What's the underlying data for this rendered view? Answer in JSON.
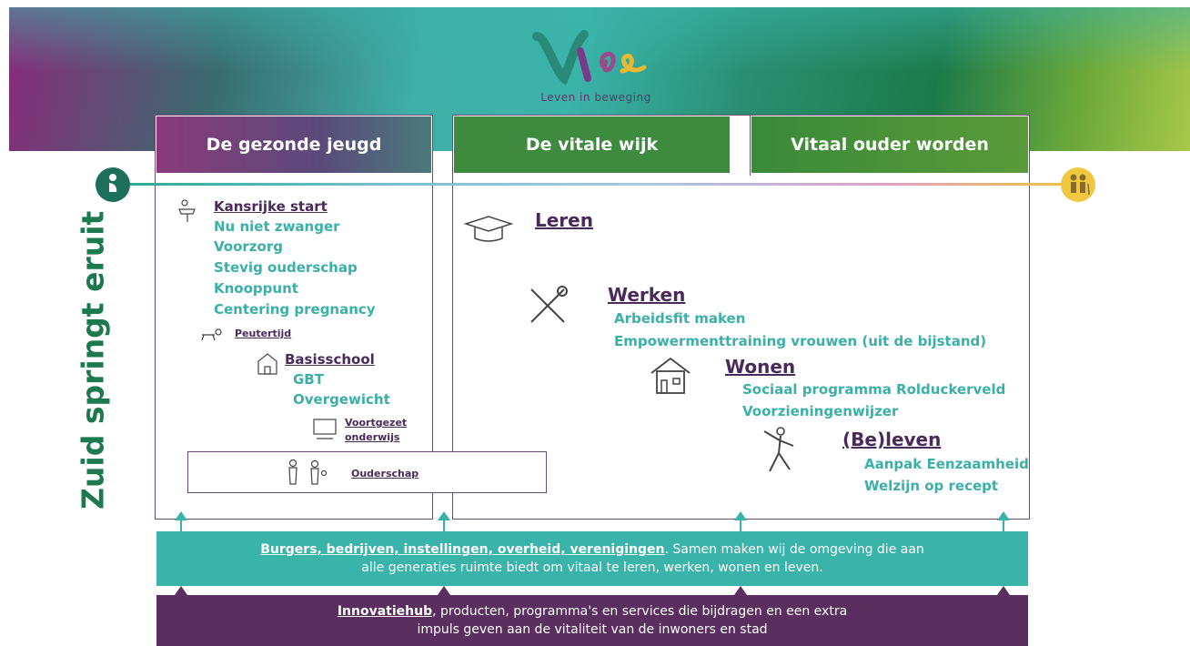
{
  "header": {
    "tagline": "Leven in beweging",
    "columns": [
      "De gezonde jeugd",
      "De vitale wijk",
      "Vitaal ouder worden"
    ]
  },
  "side_title": "Zuid springt eruit",
  "jeugd": {
    "kansrijke_start": {
      "title": "Kansrijke start",
      "items": [
        "Nu niet zwanger",
        "Voorzorg",
        "Stevig ouderschap",
        "Knooppunt",
        "Centering pregnancy"
      ]
    },
    "peutertijd": "Peutertijd",
    "basisschool": {
      "title": "Basisschool",
      "items": [
        "GBT",
        "Overgewicht"
      ]
    },
    "voortgezet": [
      "Voortgezet",
      "onderwijs"
    ],
    "ouderschap": "Ouderschap"
  },
  "wijk": {
    "leren": {
      "title": "Leren"
    },
    "werken": {
      "title": "Werken",
      "items": [
        "Arbeidsfit maken",
        "Empowermenttraining vrouwen (uit de bijstand)"
      ]
    },
    "wonen": {
      "title": "Wonen",
      "items": [
        "Sociaal programma Rolduckerveld",
        "Voorzieningenwijzer"
      ]
    },
    "beleven": {
      "title": "(Be)leven",
      "items": [
        "Aanpak Eenzaamheid",
        "Welzijn op recept"
      ]
    }
  },
  "band_teal": {
    "lead": "Burgers, bedrijven, instellingen, overheid, verenigingen",
    "rest1": ". Samen maken wij de omgeving die aan",
    "line2": "alle generaties ruimte biedt om vitaal te leren, werken, wonen en leven."
  },
  "band_purple": {
    "lead": "Innovatiehub",
    "rest1": ", producten, programma's en services die bijdragen en een extra",
    "line2": "impuls geven  aan de vitaliteit van de inwoners en stad"
  },
  "colors": {
    "teal": "#3ab3aa",
    "purple": "#5a2e5e",
    "green": "#1d7a4e"
  }
}
